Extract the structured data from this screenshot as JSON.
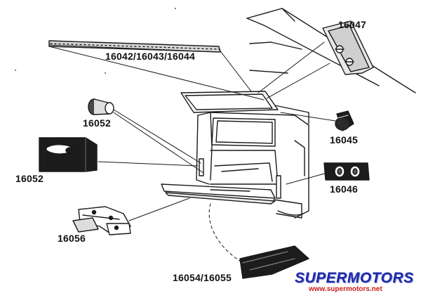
{
  "diagram": {
    "labels": {
      "trim_strip": "16042/16043/16044",
      "latch_top": "16047",
      "bumper_left": "16052",
      "pad_left": "16052",
      "bumper_right": "16045",
      "hinge_cover": "16046",
      "tailgate_hinge": "16056",
      "gate_mat": "16054/16055"
    }
  },
  "watermark": {
    "brand_text": "SUPERMOTORS",
    "url_text": "www.supermotors.net",
    "brand_color": "#1e2aa8",
    "url_color": "#cc1b1b"
  }
}
